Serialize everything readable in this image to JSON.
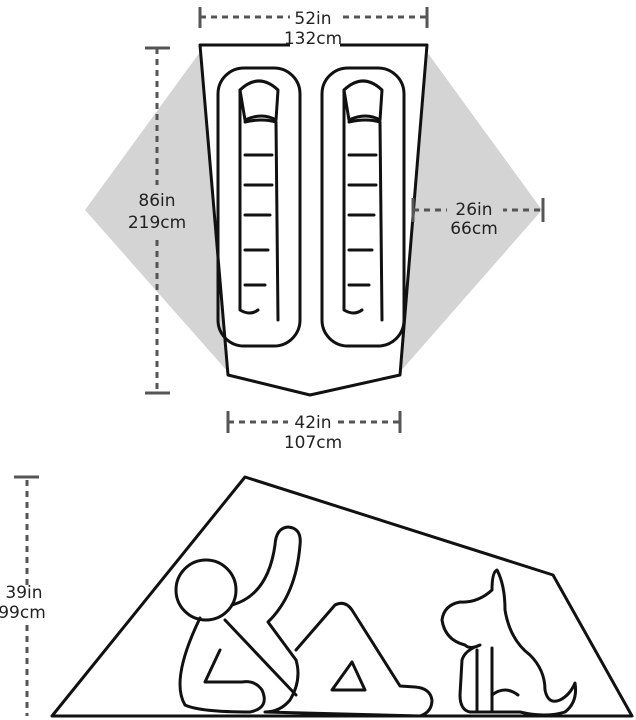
{
  "dimensions": {
    "top_width": {
      "in": "52in",
      "cm": "132cm"
    },
    "length": {
      "in": "86in",
      "cm": "219cm"
    },
    "vestibule_depth": {
      "in": "26in",
      "cm": "66cm"
    },
    "bottom_width": {
      "in": "42in",
      "cm": "107cm"
    },
    "height": {
      "in": "39in",
      "cm": "99cm"
    }
  },
  "colors": {
    "vestibule": "#d4d4d4",
    "outline": "#111111",
    "dimension_line": "#555555"
  }
}
